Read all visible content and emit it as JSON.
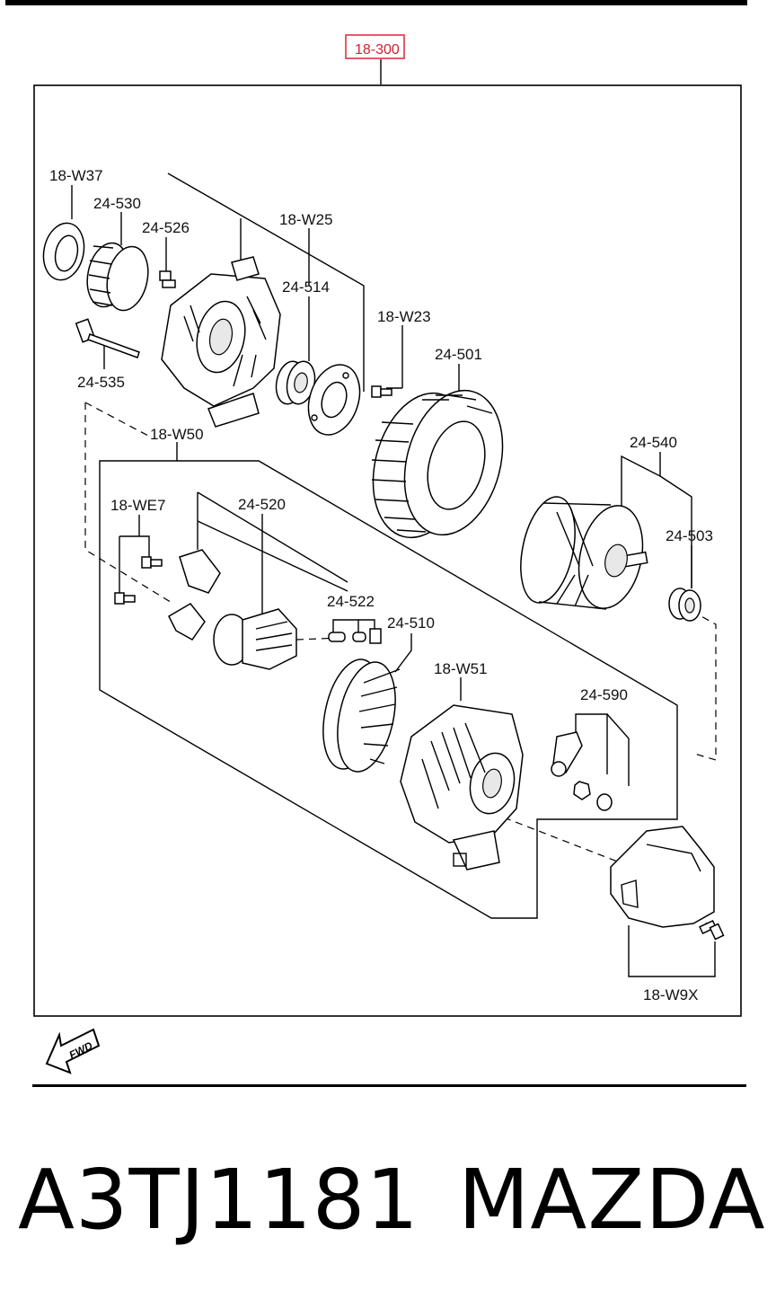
{
  "diagram": {
    "group_code": "18-300",
    "labels": {
      "w37": "18-W37",
      "p530": "24-530",
      "p526": "24-526",
      "w25": "18-W25",
      "p514": "24-514",
      "w23": "18-W23",
      "p501": "24-501",
      "p535": "24-535",
      "w50": "18-W50",
      "p540": "24-540",
      "we7": "18-WE7",
      "p520": "24-520",
      "p503": "24-503",
      "p522": "24-522",
      "p510": "24-510",
      "w51": "18-W51",
      "p590": "24-590",
      "w9x": "18-W9X"
    },
    "fwd_label": "FWD"
  },
  "footer": {
    "part_number": "A3TJ1181",
    "brand": "MAZDA"
  }
}
